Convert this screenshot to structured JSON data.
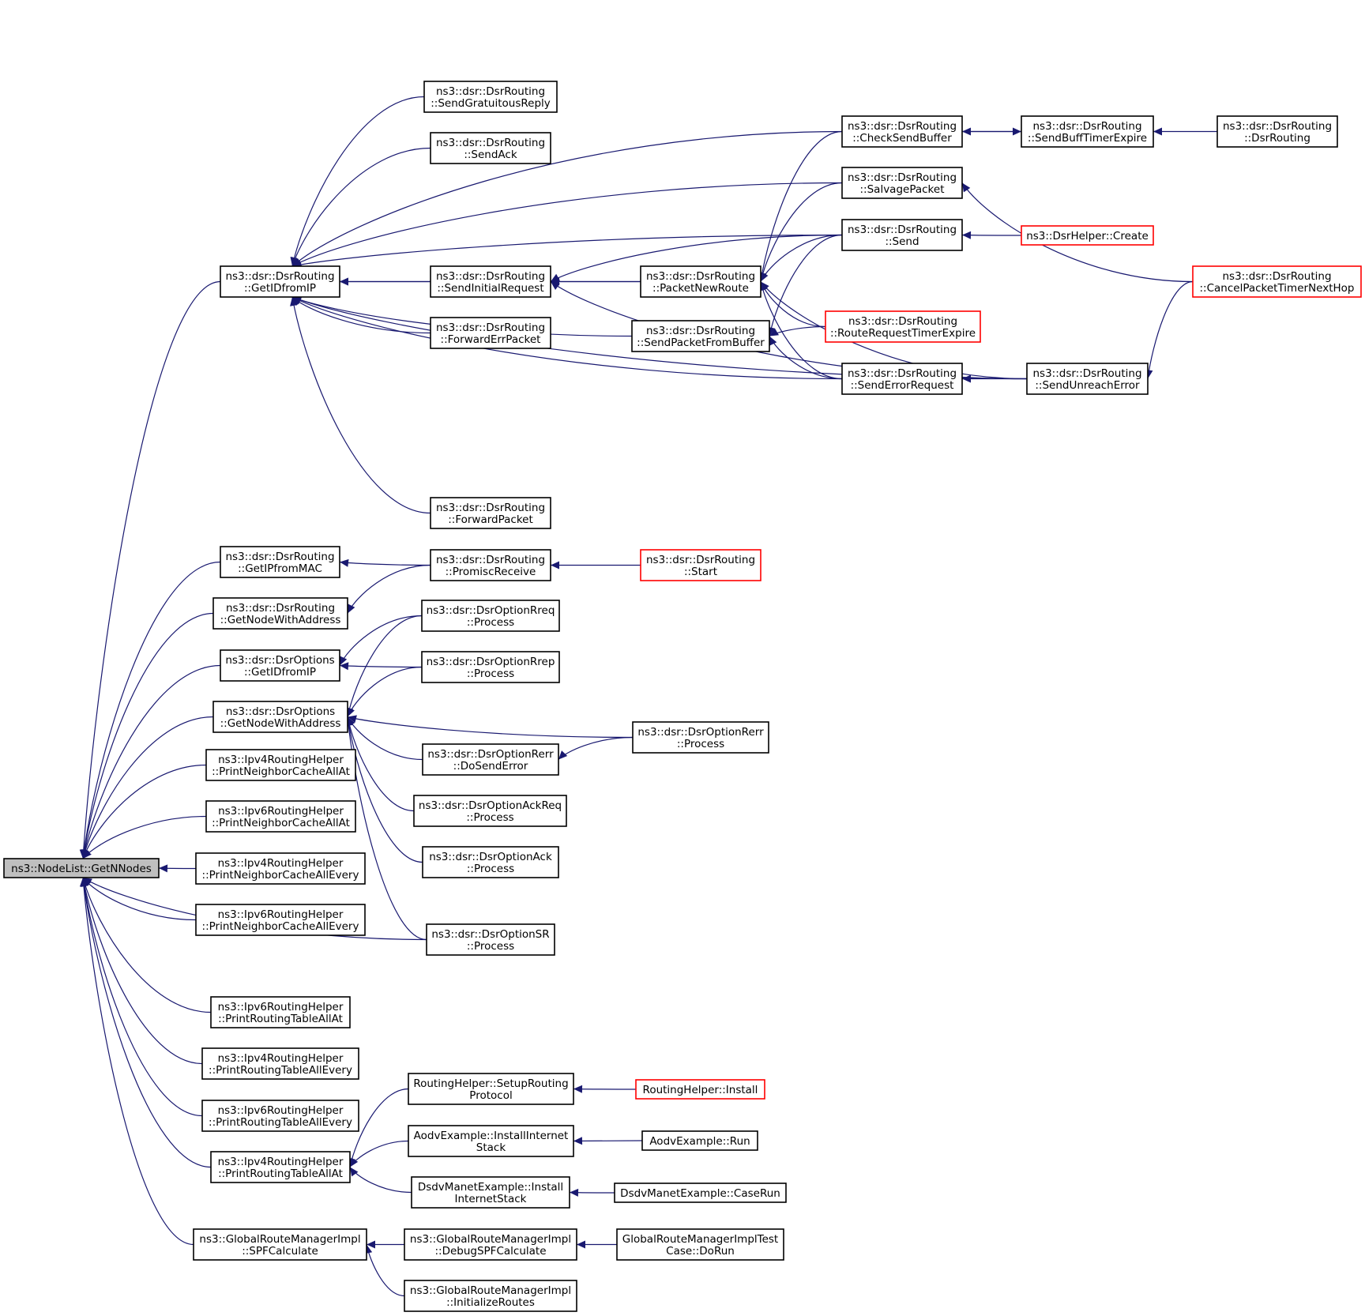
{
  "graph": {
    "edge_color": "#191970",
    "node_border_color": "#000000",
    "external_node_border_color": "#ff0000",
    "root_fill_color": "#bfbfbf",
    "nodes": [
      {
        "id": "root",
        "lines": [
          "ns3::NodeList::GetNNodes"
        ]
      },
      {
        "id": "dr_getidfromip",
        "lines": [
          "ns3::dsr::DsrRouting",
          "::GetIDfromIP"
        ]
      },
      {
        "id": "sendgratuitousreply",
        "lines": [
          "ns3::dsr::DsrRouting",
          "::SendGratuitousReply"
        ]
      },
      {
        "id": "sendack",
        "lines": [
          "ns3::dsr::DsrRouting",
          "::SendAck"
        ]
      },
      {
        "id": "sendinitialrequest",
        "lines": [
          "ns3::dsr::DsrRouting",
          "::SendInitialRequest"
        ]
      },
      {
        "id": "forwarderrpacket",
        "lines": [
          "ns3::dsr::DsrRouting",
          "::ForwardErrPacket"
        ]
      },
      {
        "id": "forwardpacket",
        "lines": [
          "ns3::dsr::DsrRouting",
          "::ForwardPacket"
        ]
      },
      {
        "id": "packetnewroute",
        "lines": [
          "ns3::dsr::DsrRouting",
          "::PacketNewRoute"
        ]
      },
      {
        "id": "sendpacketfrombuffer",
        "lines": [
          "ns3::dsr::DsrRouting",
          "::SendPacketFromBuffer"
        ]
      },
      {
        "id": "checksendbuffer",
        "lines": [
          "ns3::dsr::DsrRouting",
          "::CheckSendBuffer"
        ]
      },
      {
        "id": "salvagepacket",
        "lines": [
          "ns3::dsr::DsrRouting",
          "::SalvagePacket"
        ]
      },
      {
        "id": "send",
        "lines": [
          "ns3::dsr::DsrRouting",
          "::Send"
        ]
      },
      {
        "id": "routerequesttimerexpire",
        "lines": [
          "ns3::dsr::DsrRouting",
          "::RouteRequestTimerExpire"
        ]
      },
      {
        "id": "senderrorrequest",
        "lines": [
          "ns3::dsr::DsrRouting",
          "::SendErrorRequest"
        ]
      },
      {
        "id": "sendbufftimerexpire",
        "lines": [
          "ns3::dsr::DsrRouting",
          "::SendBuffTimerExpire"
        ]
      },
      {
        "id": "dsrhelpercreate",
        "lines": [
          "ns3::DsrHelper::Create"
        ]
      },
      {
        "id": "sendunreacherror",
        "lines": [
          "ns3::dsr::DsrRouting",
          "::SendUnreachError"
        ]
      },
      {
        "id": "dsrrouting_ctor",
        "lines": [
          "ns3::dsr::DsrRouting",
          "::DsrRouting"
        ]
      },
      {
        "id": "cancelpackettimernexthop",
        "lines": [
          "ns3::dsr::DsrRouting",
          "::CancelPacketTimerNextHop"
        ]
      },
      {
        "id": "getipfrommac",
        "lines": [
          "ns3::dsr::DsrRouting",
          "::GetIPfromMAC"
        ]
      },
      {
        "id": "promiscreceive",
        "lines": [
          "ns3::dsr::DsrRouting",
          "::PromiscReceive"
        ]
      },
      {
        "id": "start",
        "lines": [
          "ns3::dsr::DsrRouting",
          "::Start"
        ]
      },
      {
        "id": "dr_getnodewithaddress",
        "lines": [
          "ns3::dsr::DsrRouting",
          "::GetNodeWithAddress"
        ]
      },
      {
        "id": "do_getidfromip",
        "lines": [
          "ns3::dsr::DsrOptions",
          "::GetIDfromIP"
        ]
      },
      {
        "id": "do_getnodewithaddress",
        "lines": [
          "ns3::dsr::DsrOptions",
          "::GetNodeWithAddress"
        ]
      },
      {
        "id": "rreq_process",
        "lines": [
          "ns3::dsr::DsrOptionRreq",
          "::Process"
        ]
      },
      {
        "id": "rrep_process",
        "lines": [
          "ns3::dsr::DsrOptionRrep",
          "::Process"
        ]
      },
      {
        "id": "rerr_process",
        "lines": [
          "ns3::dsr::DsrOptionRerr",
          "::Process"
        ]
      },
      {
        "id": "rerr_dosenderror",
        "lines": [
          "ns3::dsr::DsrOptionRerr",
          "::DoSendError"
        ]
      },
      {
        "id": "ackreq_process",
        "lines": [
          "ns3::dsr::DsrOptionAckReq",
          "::Process"
        ]
      },
      {
        "id": "ack_process",
        "lines": [
          "ns3::dsr::DsrOptionAck",
          "::Process"
        ]
      },
      {
        "id": "sr_process",
        "lines": [
          "ns3::dsr::DsrOptionSR",
          "::Process"
        ]
      },
      {
        "id": "ipv4_pncaa",
        "lines": [
          "ns3::Ipv4RoutingHelper",
          "::PrintNeighborCacheAllAt"
        ]
      },
      {
        "id": "ipv6_pncaa",
        "lines": [
          "ns3::Ipv6RoutingHelper",
          "::PrintNeighborCacheAllAt"
        ]
      },
      {
        "id": "ipv4_pncae",
        "lines": [
          "ns3::Ipv4RoutingHelper",
          "::PrintNeighborCacheAllEvery"
        ]
      },
      {
        "id": "ipv6_pncae",
        "lines": [
          "ns3::Ipv6RoutingHelper",
          "::PrintNeighborCacheAllEvery"
        ]
      },
      {
        "id": "ipv6_prtaa",
        "lines": [
          "ns3::Ipv6RoutingHelper",
          "::PrintRoutingTableAllAt"
        ]
      },
      {
        "id": "ipv4_prtae",
        "lines": [
          "ns3::Ipv4RoutingHelper",
          "::PrintRoutingTableAllEvery"
        ]
      },
      {
        "id": "ipv6_prtae",
        "lines": [
          "ns3::Ipv6RoutingHelper",
          "::PrintRoutingTableAllEvery"
        ]
      },
      {
        "id": "ipv4_prtaa",
        "lines": [
          "ns3::Ipv4RoutingHelper",
          "::PrintRoutingTableAllAt"
        ]
      },
      {
        "id": "spfcalculate",
        "lines": [
          "ns3::GlobalRouteManagerImpl",
          "::SPFCalculate"
        ]
      },
      {
        "id": "setuprouting",
        "lines": [
          "RoutingHelper::SetupRouting",
          "Protocol"
        ]
      },
      {
        "id": "routinghelperinstall",
        "lines": [
          "RoutingHelper::Install"
        ]
      },
      {
        "id": "aodvinstall",
        "lines": [
          "AodvExample::InstallInternet",
          "Stack"
        ]
      },
      {
        "id": "aodvrun",
        "lines": [
          "AodvExample::Run"
        ]
      },
      {
        "id": "dsdvinstall",
        "lines": [
          "DsdvManetExample::Install",
          "InternetStack"
        ]
      },
      {
        "id": "dsdvcaserun",
        "lines": [
          "DsdvManetExample::CaseRun"
        ]
      },
      {
        "id": "debugspf",
        "lines": [
          "ns3::GlobalRouteManagerImpl",
          "::DebugSPFCalculate"
        ]
      },
      {
        "id": "grmtestdorun",
        "lines": [
          "GlobalRouteManagerImplTest",
          "Case::DoRun"
        ]
      },
      {
        "id": "initializeroutes",
        "lines": [
          "ns3::GlobalRouteManagerImpl",
          "::InitializeRoutes"
        ]
      }
    ],
    "edges": [
      {
        "from": "dr_getidfromip",
        "to": "root"
      },
      {
        "from": "getipfrommac",
        "to": "root"
      },
      {
        "from": "dr_getnodewithaddress",
        "to": "root"
      },
      {
        "from": "do_getidfromip",
        "to": "root"
      },
      {
        "from": "do_getnodewithaddress",
        "to": "root"
      },
      {
        "from": "ipv4_pncaa",
        "to": "root"
      },
      {
        "from": "ipv6_pncaa",
        "to": "root"
      },
      {
        "from": "ipv4_pncae",
        "to": "root"
      },
      {
        "from": "ipv6_pncae",
        "to": "root"
      },
      {
        "from": "sr_process",
        "to": "root"
      },
      {
        "from": "ipv6_prtaa",
        "to": "root"
      },
      {
        "from": "ipv4_prtae",
        "to": "root"
      },
      {
        "from": "ipv6_prtae",
        "to": "root"
      },
      {
        "from": "ipv4_prtaa",
        "to": "root"
      },
      {
        "from": "spfcalculate",
        "to": "root"
      },
      {
        "from": "sendgratuitousreply",
        "to": "dr_getidfromip"
      },
      {
        "from": "sendack",
        "to": "dr_getidfromip"
      },
      {
        "from": "sendinitialrequest",
        "to": "dr_getidfromip"
      },
      {
        "from": "forwarderrpacket",
        "to": "dr_getidfromip"
      },
      {
        "from": "forwardpacket",
        "to": "dr_getidfromip"
      },
      {
        "from": "packetnewroute",
        "to": "dr_getidfromip"
      },
      {
        "from": "sendpacketfrombuffer",
        "to": "dr_getidfromip"
      },
      {
        "from": "checksendbuffer",
        "to": "dr_getidfromip"
      },
      {
        "from": "salvagepacket",
        "to": "dr_getidfromip"
      },
      {
        "from": "send",
        "to": "dr_getidfromip"
      },
      {
        "from": "senderrorrequest",
        "to": "dr_getidfromip"
      },
      {
        "from": "sendunreacherror",
        "to": "dr_getidfromip"
      },
      {
        "from": "packetnewroute",
        "to": "sendinitialrequest"
      },
      {
        "from": "send",
        "to": "sendinitialrequest"
      },
      {
        "from": "sendunreacherror",
        "to": "sendinitialrequest"
      },
      {
        "from": "checksendbuffer",
        "to": "packetnewroute"
      },
      {
        "from": "salvagepacket",
        "to": "packetnewroute"
      },
      {
        "from": "send",
        "to": "packetnewroute"
      },
      {
        "from": "routerequesttimerexpire",
        "to": "packetnewroute"
      },
      {
        "from": "senderrorrequest",
        "to": "packetnewroute"
      },
      {
        "from": "sendunreacherror",
        "to": "packetnewroute"
      },
      {
        "from": "send",
        "to": "sendpacketfrombuffer"
      },
      {
        "from": "routerequesttimerexpire",
        "to": "sendpacketfrombuffer"
      },
      {
        "from": "senderrorrequest",
        "to": "sendpacketfrombuffer"
      },
      {
        "from": "sendbufftimerexpire",
        "to": "checksendbuffer"
      },
      {
        "from": "checksendbuffer",
        "to": "sendbufftimerexpire"
      },
      {
        "from": "dsrrouting_ctor",
        "to": "sendbufftimerexpire"
      },
      {
        "from": "cancelpackettimernexthop",
        "to": "salvagepacket"
      },
      {
        "from": "dsrhelpercreate",
        "to": "send"
      },
      {
        "from": "sendunreacherror",
        "to": "senderrorrequest"
      },
      {
        "from": "cancelpackettimernexthop",
        "to": "sendunreacherror"
      },
      {
        "from": "promiscreceive",
        "to": "getipfrommac"
      },
      {
        "from": "start",
        "to": "promiscreceive"
      },
      {
        "from": "promiscreceive",
        "to": "dr_getnodewithaddress"
      },
      {
        "from": "rreq_process",
        "to": "do_getidfromip"
      },
      {
        "from": "rrep_process",
        "to": "do_getidfromip"
      },
      {
        "from": "rreq_process",
        "to": "do_getnodewithaddress"
      },
      {
        "from": "rrep_process",
        "to": "do_getnodewithaddress"
      },
      {
        "from": "rerr_process",
        "to": "do_getnodewithaddress"
      },
      {
        "from": "rerr_dosenderror",
        "to": "do_getnodewithaddress"
      },
      {
        "from": "ackreq_process",
        "to": "do_getnodewithaddress"
      },
      {
        "from": "ack_process",
        "to": "do_getnodewithaddress"
      },
      {
        "from": "sr_process",
        "to": "do_getnodewithaddress"
      },
      {
        "from": "rerr_process",
        "to": "rerr_dosenderror"
      },
      {
        "from": "setuprouting",
        "to": "ipv4_prtaa"
      },
      {
        "from": "aodvinstall",
        "to": "ipv4_prtaa"
      },
      {
        "from": "dsdvinstall",
        "to": "ipv4_prtaa"
      },
      {
        "from": "routinghelperinstall",
        "to": "setuprouting"
      },
      {
        "from": "aodvrun",
        "to": "aodvinstall"
      },
      {
        "from": "dsdvcaserun",
        "to": "dsdvinstall"
      },
      {
        "from": "debugspf",
        "to": "spfcalculate"
      },
      {
        "from": "initializeroutes",
        "to": "spfcalculate"
      },
      {
        "from": "grmtestdorun",
        "to": "debugspf"
      }
    ]
  }
}
